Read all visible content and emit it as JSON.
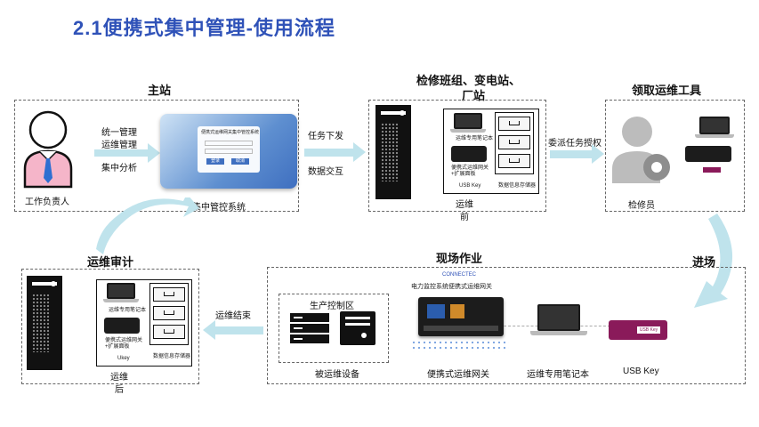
{
  "title": "2.1便携式集中管理-使用流程",
  "main_station": {
    "label": "主站",
    "person_label": "工作负责人",
    "actions": [
      "统一管理",
      "运维管理",
      "集中分析"
    ],
    "system_label": "集中管控系统"
  },
  "flow1": {
    "line1": "任务下发",
    "line2": "数据交互"
  },
  "maint_team": {
    "label_line1": "检修班组、变电站、",
    "label_line2": "厂站",
    "caption": "运维前",
    "items": [
      "运维专用笔记本",
      "便携式运维网关+扩展面板",
      "USB Key",
      "数据信息存储器"
    ]
  },
  "flow2": {
    "label": "委派任务授权"
  },
  "tools": {
    "label": "领取运维工具",
    "person_label": "检修员"
  },
  "flow3": {
    "label": "进场"
  },
  "field_work": {
    "label": "现场作业",
    "ctrl_zone": "生产控制区",
    "device_label": "被运维设备",
    "gateway_brand": "CONNECTEC",
    "gateway_title": "电力监控系统便携式运维网关",
    "gateway_label": "便携式运维网关",
    "laptop_label": "运维专用笔记本",
    "usbkey_label": "USB Key",
    "usbkey_chip": "USB Key"
  },
  "flow4": {
    "label": "运维结束"
  },
  "audit": {
    "label": "运维审计",
    "caption": "运维后",
    "items": [
      "运维专用笔记本",
      "便携式运维网关+扩展面板",
      "Ukey",
      "数据信息存储器"
    ]
  },
  "login_panel": {
    "title": "便携式运维网关集中管控系统",
    "btn1": "登录",
    "btn2": "取消"
  },
  "colors": {
    "title": "#2f52b8",
    "arrow": "#bfe3ec",
    "person_shirt": "#f5b5c9",
    "tie": "#2e6fd1",
    "usb": "#8a1a5a"
  }
}
